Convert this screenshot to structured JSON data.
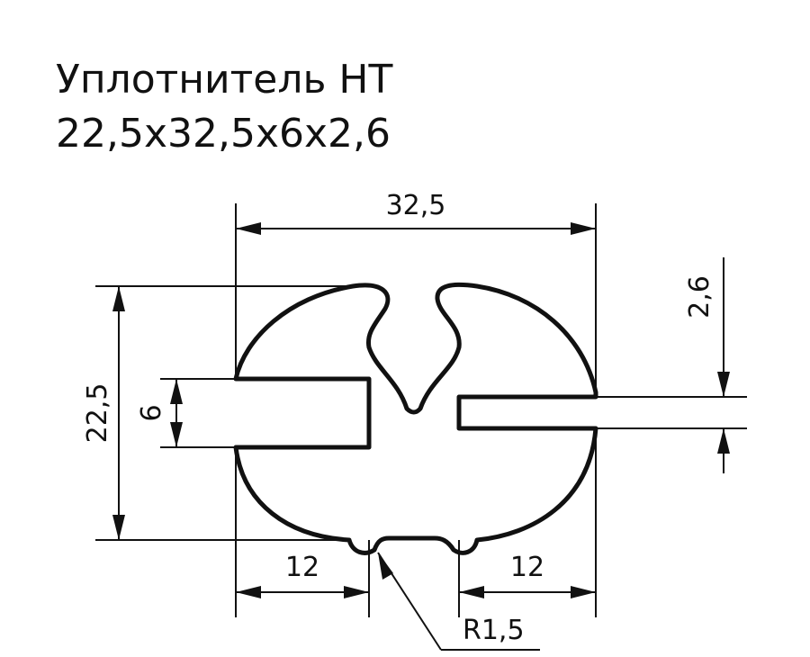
{
  "title": {
    "line1": "Уплотнитель НТ",
    "line2": "22,5х32,5х6х2,6"
  },
  "dimensions": {
    "overall_width": "32,5",
    "overall_height": "22,5",
    "slot_height": "6",
    "lip_thickness": "2,6",
    "left_offset": "12",
    "right_offset": "12",
    "radius": "R1,5"
  },
  "colors": {
    "line": "#111111",
    "background": "#ffffff"
  }
}
